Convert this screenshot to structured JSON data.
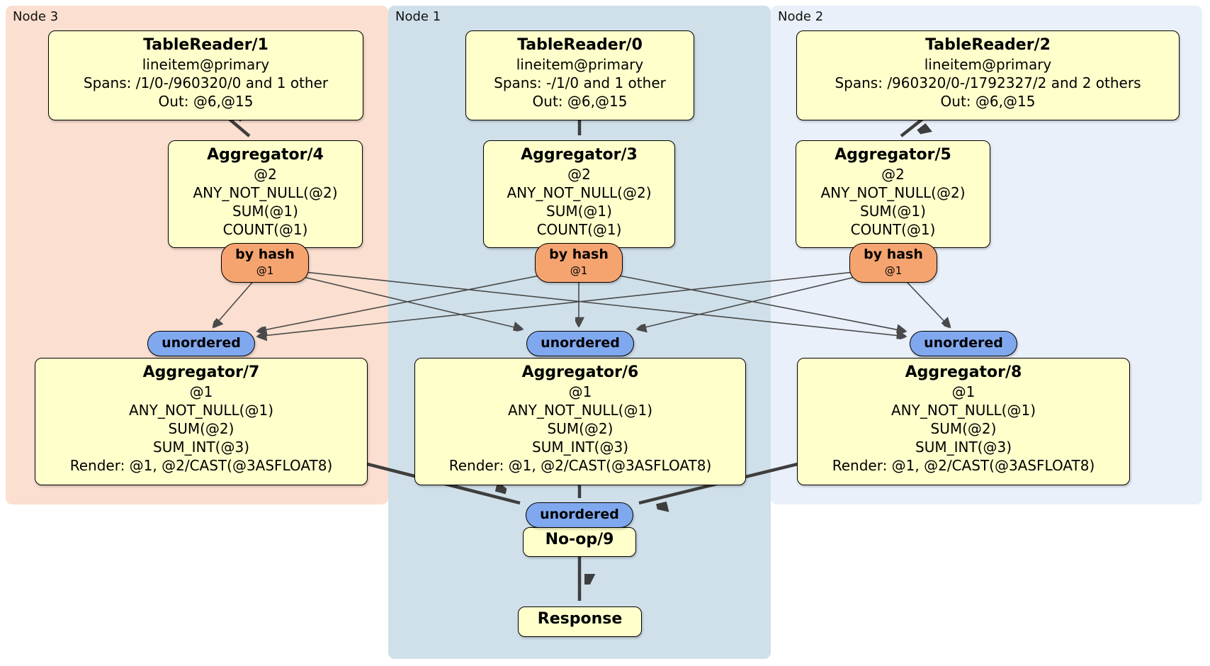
{
  "node_groups": {
    "node3": {
      "label": "Node 3"
    },
    "node1": {
      "label": "Node 1"
    },
    "node2": {
      "label": "Node 2"
    }
  },
  "processors": {
    "tr1": {
      "title": "TableReader/1",
      "lines": [
        "lineitem@primary",
        "Spans: /1/0-/960320/0 and 1 other",
        "Out: @6,@15"
      ]
    },
    "tr0": {
      "title": "TableReader/0",
      "lines": [
        "lineitem@primary",
        "Spans: -/1/0 and 1 other",
        "Out: @6,@15"
      ]
    },
    "tr2": {
      "title": "TableReader/2",
      "lines": [
        "lineitem@primary",
        "Spans: /960320/0-/1792327/2 and 2 others",
        "Out: @6,@15"
      ]
    },
    "agg4": {
      "title": "Aggregator/4",
      "lines": [
        "@2",
        "ANY_NOT_NULL(@2)",
        "SUM(@1)",
        "COUNT(@1)"
      ]
    },
    "agg3": {
      "title": "Aggregator/3",
      "lines": [
        "@2",
        "ANY_NOT_NULL(@2)",
        "SUM(@1)",
        "COUNT(@1)"
      ]
    },
    "agg5": {
      "title": "Aggregator/5",
      "lines": [
        "@2",
        "ANY_NOT_NULL(@2)",
        "SUM(@1)",
        "COUNT(@1)"
      ]
    },
    "agg7": {
      "title": "Aggregator/7",
      "lines": [
        "@1",
        "ANY_NOT_NULL(@1)",
        "SUM(@2)",
        "SUM_INT(@3)",
        "Render: @1, @2/CAST(@3ASFLOAT8)"
      ]
    },
    "agg6": {
      "title": "Aggregator/6",
      "lines": [
        "@1",
        "ANY_NOT_NULL(@1)",
        "SUM(@2)",
        "SUM_INT(@3)",
        "Render: @1, @2/CAST(@3ASFLOAT8)"
      ]
    },
    "agg8": {
      "title": "Aggregator/8",
      "lines": [
        "@1",
        "ANY_NOT_NULL(@1)",
        "SUM(@2)",
        "SUM_INT(@3)",
        "Render: @1, @2/CAST(@3ASFLOAT8)"
      ]
    },
    "noop": {
      "title": "No-op/9"
    },
    "response": {
      "title": "Response"
    }
  },
  "router": {
    "label": "by hash",
    "stream": "@1"
  },
  "sync": {
    "label": "unordered"
  },
  "colors": {
    "node3_bg": "#FBDFD0",
    "node1_bg": "#D0E0EA",
    "node2_bg": "#EAF0F9",
    "processor_bg": "#FFFFCC",
    "router_bg": "#F5A470",
    "sync_bg": "#80A8EF",
    "edge": "#3E3E3E"
  }
}
